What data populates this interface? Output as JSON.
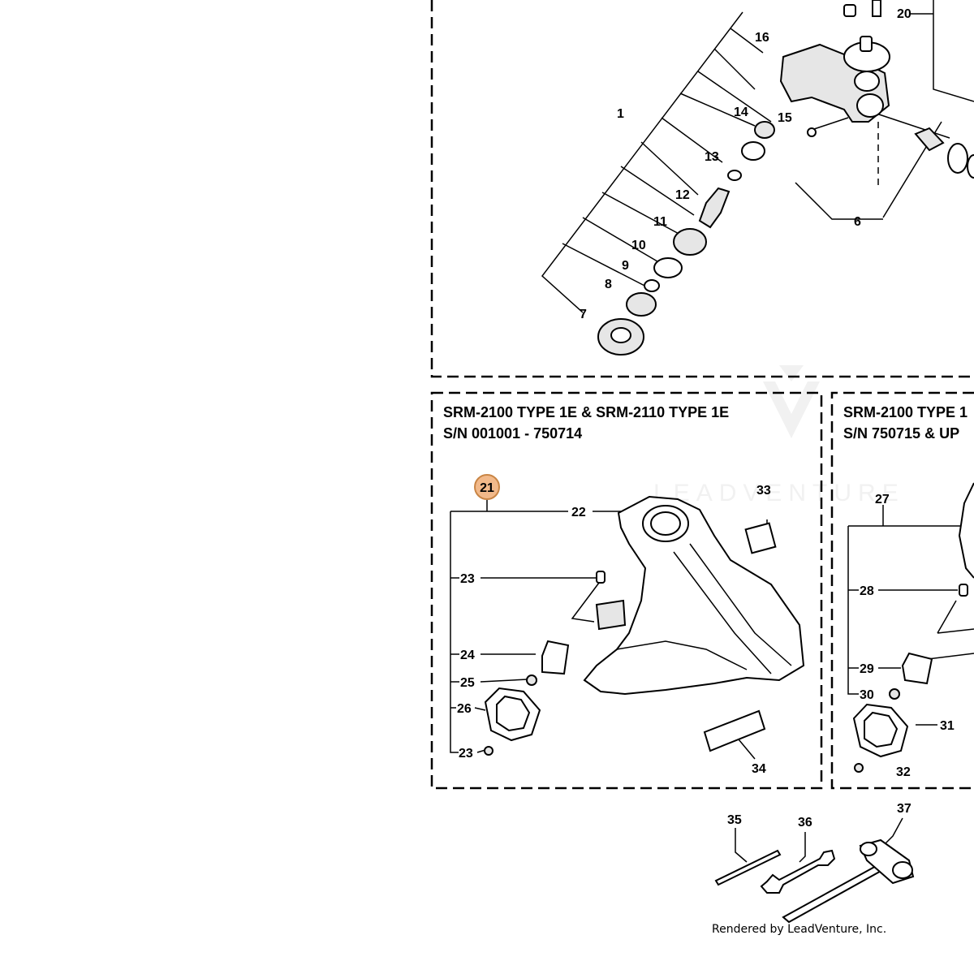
{
  "upper_callouts": [
    {
      "id": "1",
      "label": "1"
    },
    {
      "id": "6",
      "label": "6"
    },
    {
      "id": "7",
      "label": "7"
    },
    {
      "id": "8",
      "label": "8"
    },
    {
      "id": "9",
      "label": "9"
    },
    {
      "id": "10",
      "label": "10"
    },
    {
      "id": "11",
      "label": "11"
    },
    {
      "id": "12",
      "label": "12"
    },
    {
      "id": "13",
      "label": "13"
    },
    {
      "id": "14",
      "label": "14"
    },
    {
      "id": "15",
      "label": "15"
    },
    {
      "id": "16",
      "label": "16"
    },
    {
      "id": "20",
      "label": "20"
    }
  ],
  "left_box": {
    "title_line1": "SRM-2100 TYPE 1E & SRM-2110 TYPE 1E",
    "title_line2": "S/N 001001 - 750714",
    "highlighted_callout": "21",
    "callouts": [
      {
        "id": "22",
        "label": "22"
      },
      {
        "id": "23a",
        "label": "23"
      },
      {
        "id": "24",
        "label": "24"
      },
      {
        "id": "25",
        "label": "25"
      },
      {
        "id": "26",
        "label": "26"
      },
      {
        "id": "23b",
        "label": "23"
      },
      {
        "id": "33",
        "label": "33"
      },
      {
        "id": "34",
        "label": "34"
      }
    ]
  },
  "right_box": {
    "title_line1": "SRM-2100 TYPE 1",
    "title_line2": "S/N 750715 & UP",
    "callouts": [
      {
        "id": "27",
        "label": "27"
      },
      {
        "id": "28",
        "label": "28"
      },
      {
        "id": "29",
        "label": "29"
      },
      {
        "id": "30",
        "label": "30"
      },
      {
        "id": "31",
        "label": "31"
      },
      {
        "id": "32",
        "label": "32"
      }
    ]
  },
  "tool_callouts": [
    {
      "id": "35",
      "label": "35"
    },
    {
      "id": "36",
      "label": "36"
    },
    {
      "id": "37",
      "label": "37"
    }
  ],
  "watermark": "LEADVENTURE",
  "credit": "Rendered by LeadVenture, Inc.",
  "colors": {
    "highlight_fill": "#f2b98a",
    "highlight_stroke": "#c98545",
    "line": "#000000",
    "watermark": "#f1f1f1"
  }
}
